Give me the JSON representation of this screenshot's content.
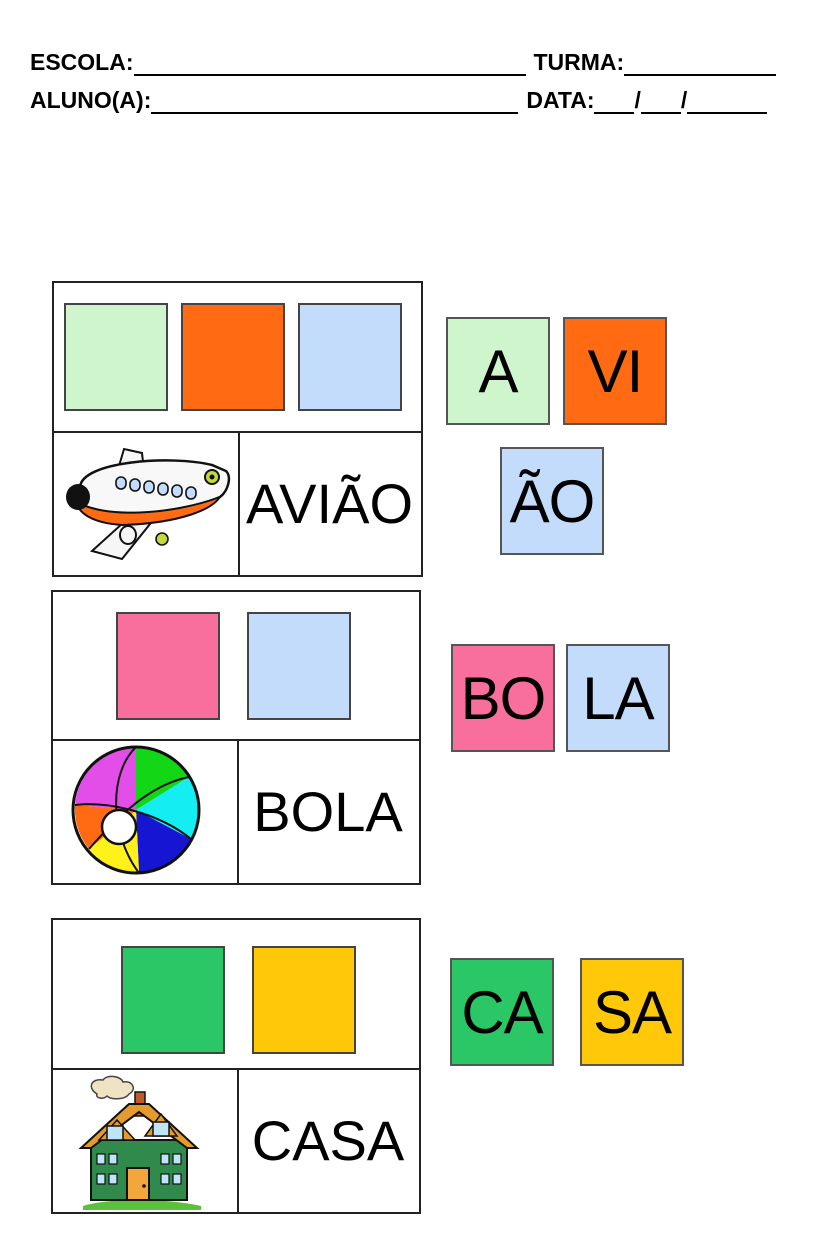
{
  "header": {
    "escola_label": "ESCOLA:",
    "turma_label": "TURMA:",
    "aluno_label": "ALUNO(A):",
    "data_label": "DATA:",
    "slash": "/"
  },
  "colors": {
    "light_green": "#cef5cb",
    "orange": "#ff6a12",
    "light_blue": "#c3dcfb",
    "pink": "#f86f9e",
    "green": "#2bc665",
    "yellow": "#ffc90a"
  },
  "exercises": [
    {
      "word": "AVIÃO",
      "picture": "airplane-icon",
      "box_colors": [
        "#cef5cb",
        "#ff6a12",
        "#c3dcfb"
      ],
      "syllables": [
        {
          "text": "A",
          "color": "#cef5cb"
        },
        {
          "text": "VI",
          "color": "#ff6a12"
        },
        {
          "text": "ÃO",
          "color": "#c3dcfb"
        }
      ]
    },
    {
      "word": "BOLA",
      "picture": "beach-ball-icon",
      "box_colors": [
        "#f86f9e",
        "#c3dcfb"
      ],
      "syllables": [
        {
          "text": "BO",
          "color": "#f86f9e"
        },
        {
          "text": "LA",
          "color": "#c3dcfb"
        }
      ]
    },
    {
      "word": "CASA",
      "picture": "house-icon",
      "box_colors": [
        "#2bc665",
        "#ffc90a"
      ],
      "syllables": [
        {
          "text": "CA",
          "color": "#2bc665"
        },
        {
          "text": "SA",
          "color": "#ffc90a"
        }
      ]
    }
  ]
}
